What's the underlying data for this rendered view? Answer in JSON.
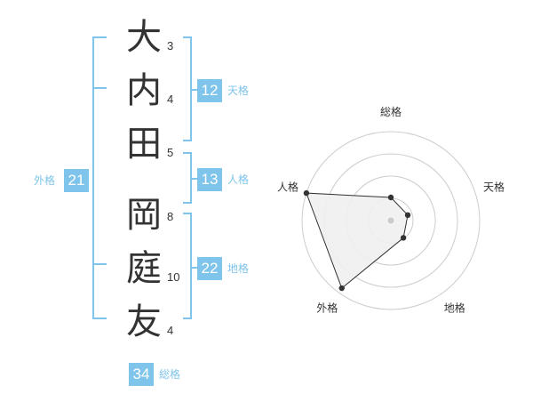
{
  "name": {
    "chars": [
      {
        "char": "大",
        "strokes": "3"
      },
      {
        "char": "内",
        "strokes": "4"
      },
      {
        "char": "田",
        "strokes": "5"
      },
      {
        "char": "岡",
        "strokes": "8"
      },
      {
        "char": "庭",
        "strokes": "10"
      },
      {
        "char": "友",
        "strokes": "4"
      }
    ]
  },
  "kaku": {
    "tenkaku": {
      "value": "12",
      "label": "天格"
    },
    "jinkaku": {
      "value": "13",
      "label": "人格"
    },
    "chikaku": {
      "value": "22",
      "label": "地格"
    },
    "gaikaku": {
      "value": "21",
      "label": "外格"
    },
    "soukaku": {
      "value": "34",
      "label": "総格"
    }
  },
  "colors": {
    "accent": "#7fc4ea",
    "text": "#333333",
    "grid": "#cccccc"
  },
  "chart_data": {
    "type": "radar",
    "axes": [
      "総格",
      "天格",
      "地格",
      "外格",
      "人格"
    ],
    "values": [
      1.3,
      1.0,
      1.2,
      4.7,
      5.0
    ],
    "rmax": 5,
    "rings": 4
  }
}
